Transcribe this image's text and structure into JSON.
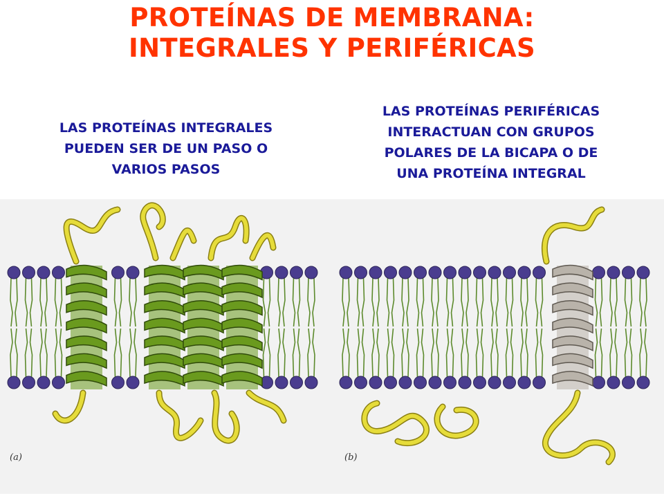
{
  "title": {
    "line1": "PROTEÍNAS DE MEMBRANA:",
    "line2": "INTEGRALES Y PERIFÉRICAS"
  },
  "captions": {
    "left": [
      "LAS PROTEÍNAS INTEGRALES",
      "PUEDEN SER DE UN PASO O",
      "VARIOS PASOS"
    ],
    "right": [
      "LAS PROTEÍNAS PERIFÉRICAS",
      "INTERACTUAN CON GRUPOS",
      "POLARES DE LA BICAPA O DE",
      "UNA PROTEÍNA INTEGRAL"
    ]
  },
  "panels": {
    "a": {
      "label": "(a)",
      "helices": 4
    },
    "b": {
      "label": "(b)",
      "helices": 1
    }
  },
  "colors": {
    "title": "#ff3300",
    "caption": "#1a1a99",
    "lipid_head": "#4a3d8f",
    "lipid_tail": "#5c8a2c",
    "integral_helix": "#6a9a1e",
    "peripheral_helix": "#b9b3aa",
    "loop": "#e6dc3a"
  }
}
